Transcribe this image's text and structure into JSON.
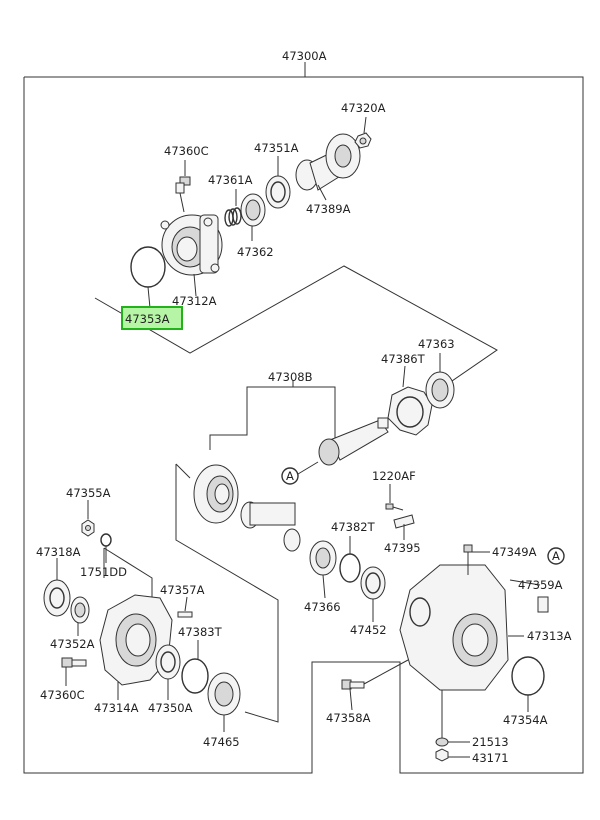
{
  "assembly": {
    "number": "47300A"
  },
  "callouts": [
    "47320A",
    "47360C",
    "47351A",
    "47361A",
    "47389A",
    "47362",
    "47312A",
    "47353A",
    "47308B",
    "47363",
    "47386T",
    "1220AF",
    "47355A",
    "47382T",
    "47395",
    "47318A",
    "47349A",
    "1751DD",
    "47357A",
    "47359A",
    "47366",
    "47452",
    "47352A",
    "47383T",
    "47313A",
    "47360C",
    "47314A",
    "47350A",
    "47358A",
    "47354A",
    "47465",
    "21513",
    "43171"
  ],
  "reference_markers": [
    "A",
    "A"
  ],
  "highlight": {
    "callout": "47353A",
    "color": "#b6f5a6",
    "border_color": "#22b31a"
  }
}
